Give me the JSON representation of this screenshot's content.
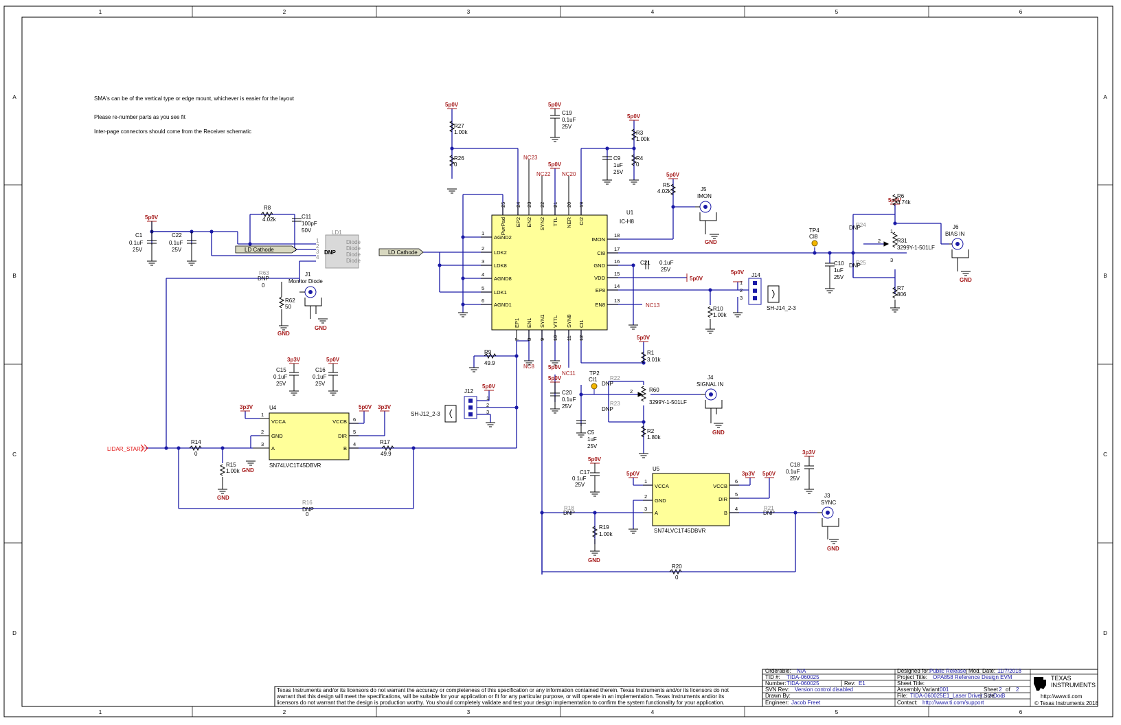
{
  "frame": {
    "columns": [
      "1",
      "2",
      "3",
      "4",
      "5",
      "6"
    ],
    "rows": [
      "A",
      "B",
      "C",
      "D"
    ]
  },
  "notes": [
    "SMA's can be of the vertical type or edge mount, whichever is easier for the layout",
    "Please re-number parts as you see fit",
    "Inter-page connectors should come from the Receiver schematic"
  ],
  "power": {
    "p5v": "5p0V",
    "p3v3": "3p3V",
    "gnd": "GND"
  },
  "u1": {
    "ref": "U1",
    "value": "IC-H8",
    "left_pins": [
      {
        "num": "1",
        "name": "AGND2"
      },
      {
        "num": "2",
        "name": "LDK2"
      },
      {
        "num": "3",
        "name": "LDK8"
      },
      {
        "num": "4",
        "name": "AGND8"
      },
      {
        "num": "5",
        "name": "LDK1"
      },
      {
        "num": "6",
        "name": "AGND1"
      }
    ],
    "right_pins": [
      {
        "num": "18",
        "name": "IMON"
      },
      {
        "num": "17",
        "name": "CI8"
      },
      {
        "num": "16",
        "name": "GND"
      },
      {
        "num": "15",
        "name": "VDD"
      },
      {
        "num": "14",
        "name": "EP8"
      },
      {
        "num": "13",
        "name": "EN8"
      }
    ],
    "top_pins": [
      {
        "num": "25",
        "name": "PwrPad"
      },
      {
        "num": "24",
        "name": "EP2"
      },
      {
        "num": "23",
        "name": "EN2"
      },
      {
        "num": "22",
        "name": "SYN2"
      },
      {
        "num": "21",
        "name": "TTL"
      },
      {
        "num": "20",
        "name": "NER"
      },
      {
        "num": "19",
        "name": "CI2"
      }
    ],
    "bottom_pins": [
      {
        "num": "7",
        "name": "EP1"
      },
      {
        "num": "8",
        "name": "EN1"
      },
      {
        "num": "9",
        "name": "SYN1"
      },
      {
        "num": "10",
        "name": "VTTL"
      },
      {
        "num": "11",
        "name": "SYN8"
      },
      {
        "num": "12",
        "name": "CI1"
      }
    ]
  },
  "u4": {
    "ref": "U4",
    "part": "SN74LVC1T45DBVR",
    "pins": [
      {
        "num": "1",
        "name": "VCCA"
      },
      {
        "num": "2",
        "name": "GND"
      },
      {
        "num": "3",
        "name": "A"
      },
      {
        "num": "6",
        "name": "VCCB"
      },
      {
        "num": "5",
        "name": "DIR"
      },
      {
        "num": "4",
        "name": "B"
      }
    ]
  },
  "u5": {
    "ref": "U5",
    "part": "SN74LVC1T45DBVR",
    "pins": [
      {
        "num": "1",
        "name": "VCCA"
      },
      {
        "num": "2",
        "name": "GND"
      },
      {
        "num": "3",
        "name": "A"
      },
      {
        "num": "6",
        "name": "VCCB"
      },
      {
        "num": "5",
        "name": "DIR"
      },
      {
        "num": "4",
        "name": "B"
      }
    ]
  },
  "ld1": {
    "ref": "LD1",
    "dnp": "DNP",
    "pin_labels": [
      "1",
      "2",
      "3",
      "4"
    ],
    "texts": [
      "Diode",
      "Diode",
      "Diode",
      "Diode"
    ]
  },
  "labels": {
    "ld_cathode": "LD Cathode",
    "lidar_start": "LIDAR_START",
    "dnp": "DNP",
    "nc13": "NC13",
    "nc23": "NC23",
    "nc22": "NC22",
    "nc20": "NC20",
    "nc8": "NC8",
    "nc11": "NC11",
    "sh_j12": "SH-J12_2-3",
    "sh_j14": "SH-J14_2-3"
  },
  "passives": {
    "c1": [
      "C1",
      "0.1uF",
      "25V"
    ],
    "c22": [
      "C22",
      "0.1uF",
      "25V"
    ],
    "r8": [
      "R8",
      "4.02k"
    ],
    "c11": [
      "C11",
      "100pF",
      "50V"
    ],
    "r27": [
      "R27",
      "1.00k"
    ],
    "r26": [
      "R26",
      "0"
    ],
    "c19": [
      "C19",
      "0.1uF",
      "25V"
    ],
    "c9": [
      "C9",
      "1uF",
      "25V"
    ],
    "r3": [
      "R3",
      "1.00k"
    ],
    "r4": [
      "R4",
      "0"
    ],
    "r5": [
      "R5",
      "4.02k"
    ],
    "r63": [
      "R63",
      "0"
    ],
    "r62": [
      "R62",
      "50"
    ],
    "c15": [
      "C15",
      "0.1uF",
      "25V"
    ],
    "c16": [
      "C16",
      "0.1uF",
      "25V"
    ],
    "r9": [
      "R9",
      "49.9"
    ],
    "r14": [
      "R14",
      "0"
    ],
    "r15": [
      "R15",
      "1.00k"
    ],
    "r17": [
      "R17",
      "49.9"
    ],
    "r16": [
      "R16",
      "0"
    ],
    "c21": [
      "C21",
      "0.1uF",
      "25V"
    ],
    "r10": [
      "R10",
      "1.00k"
    ],
    "c10": [
      "C10",
      "1uF",
      "25V"
    ],
    "r6": [
      "R6",
      "3.74k"
    ],
    "r7": [
      "R7",
      "806"
    ],
    "r31": [
      "R31",
      "3299Y-1-501LF"
    ],
    "r24": "R24",
    "r25": "R25",
    "r1": [
      "R1",
      "3.01k"
    ],
    "c20": [
      "C20",
      "0.1uF",
      "25V"
    ],
    "c5": [
      "C5",
      "1uF",
      "25V"
    ],
    "r60": [
      "R60",
      "3299Y-1-501LF"
    ],
    "r2": [
      "R2",
      "1.80k"
    ],
    "r22": "R22",
    "r23": "R23",
    "c17": [
      "C17",
      "0.1uF",
      "25V"
    ],
    "c18": [
      "C18",
      "0.1uF",
      "25V"
    ],
    "r18": "R18",
    "r19": [
      "R19",
      "1.00k"
    ],
    "r21": "R21",
    "r20": [
      "R20",
      "0"
    ]
  },
  "connectors": {
    "j1": [
      "J1",
      "Monitor Diode"
    ],
    "j5": [
      "J5",
      "IMON"
    ],
    "j6": [
      "J6",
      "BIAS IN"
    ],
    "j4": [
      "J4",
      "SIGNAL IN"
    ],
    "j3": [
      "J3",
      "SYNC"
    ],
    "j12": "J12",
    "j14": "J14"
  },
  "testpoints": {
    "tp4": [
      "TP4",
      "CI8"
    ],
    "tp2": [
      "TP2",
      "CI1"
    ]
  },
  "colors": {
    "wire": "#1a1aa6",
    "power": "#a51a1a",
    "chip": "#ffff99",
    "tp_fill": "#f2b600"
  },
  "title_block": {
    "orderable_k": "Orderable:",
    "orderable_v": "N/A",
    "tid_k": "TID #:",
    "tid_v": "TIDA-060025",
    "number_k": "Number:",
    "number_v": "TIDA-060025",
    "rev_k": "Rev:",
    "rev_v": "E1",
    "svn_k": "SVN Rev:",
    "svn_v": "Version control disabled",
    "drawn_k": "Drawn By:",
    "engineer_k": "Engineer:",
    "engineer_v": "Jacob Freet",
    "designed_k": "Designed for:",
    "designed_v": "Public Release",
    "mod_k": "Mod. Date:",
    "mod_v": "11/7/2018",
    "project_k": "Project Title:",
    "project_v": "OPA858 Reference Design EVM",
    "sheet_title_k": "Sheet Title:",
    "variant_k": "Assembly Variant:",
    "variant_v": "001",
    "sheet_k": "Sheet",
    "sheet_v": "2",
    "of_k": "of",
    "of_v": "2",
    "file_k": "File:",
    "file_v": "TIDA-060025E1_Laser Driver.SchDoc",
    "size_k": "Size:",
    "size_v": "B",
    "contact_k": "Contact:",
    "contact_v": "http://www.ti.com/support",
    "brand1": "TEXAS",
    "brand2": "INSTRUMENTS",
    "url": "http://www.ti.com",
    "copyright": "© Texas Instruments  2018",
    "disclaimer": [
      "Texas Instruments and/or its licensors do not warrant the accuracy or completeness of this specification or any information contained therein. Texas Instruments and/or its licensors do not",
      "warrant that this design will meet the specifications, will be suitable for your application or fit for any particular purpose, or will operate in an implementation. Texas Instruments and/or its",
      "licensors do not warrant that the design is production worthy. You should completely validate and test your design implementation to confirm the system functionality for your application."
    ]
  }
}
